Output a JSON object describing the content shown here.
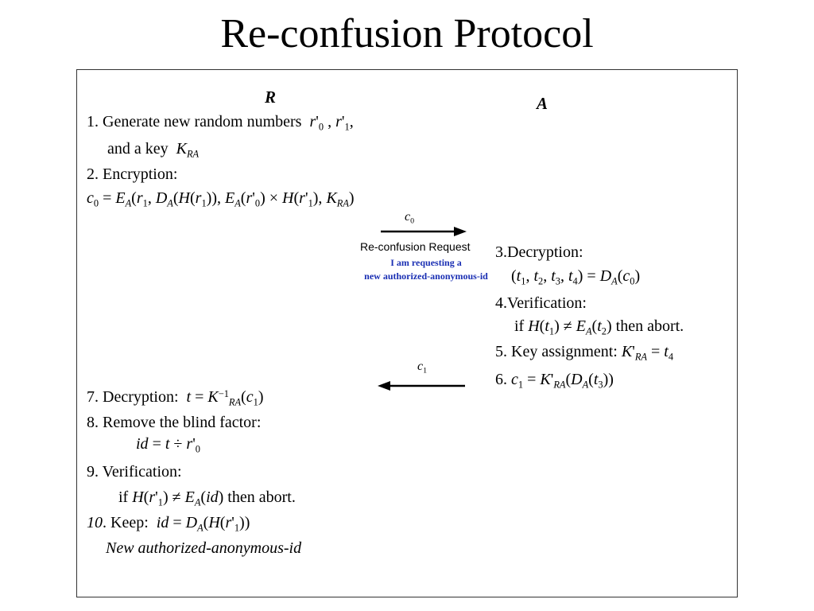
{
  "title": "Re-confusion Protocol",
  "header_r": "R",
  "header_a": "A",
  "steps_r": {
    "s1": "1. Generate new random numbers",
    "s1_vars": "r'0 , r'1,",
    "s1b": "and a key",
    "s1b_var": "KRA",
    "s2": "2. Encryption:",
    "s2_eq": "c0 = EA(r1, DA(H(r1)), EA(r'0) × H(r'1), KRA)",
    "s7": "7.   Decryption:",
    "s7_eq": "t = K−1RA(c1)",
    "s8": "8.   Remove the blind factor:",
    "s8_eq": "id = t ÷ r'0",
    "s9": "9.   Verification:",
    "s9_eq": "if H(r'1) ≠ EA(id) then abort.",
    "s10": "10. Keep:",
    "s10_eq": "id = DA(H(r'1))",
    "s10_note": "New authorized-anonymous-id"
  },
  "steps_a": {
    "s3": "3.Decryption:",
    "s3_eq": "(t1, t2, t3, t4) = DA(c0)",
    "s4": "4.Verification:",
    "s4_eq": "if H(t1) ≠ EA(t2) then abort.",
    "s5": "5. Key assignment:",
    "s5_eq": "K'RA = t4",
    "s6_eq": "6. c1 = K'RA(DA(t3))"
  },
  "arrows": {
    "c0_label": "c0",
    "c1_label": "c1",
    "request_label": "Re-confusion Request",
    "request_note_1": "I am requesting a",
    "request_note_2": "new authorized-anonymous-id"
  }
}
